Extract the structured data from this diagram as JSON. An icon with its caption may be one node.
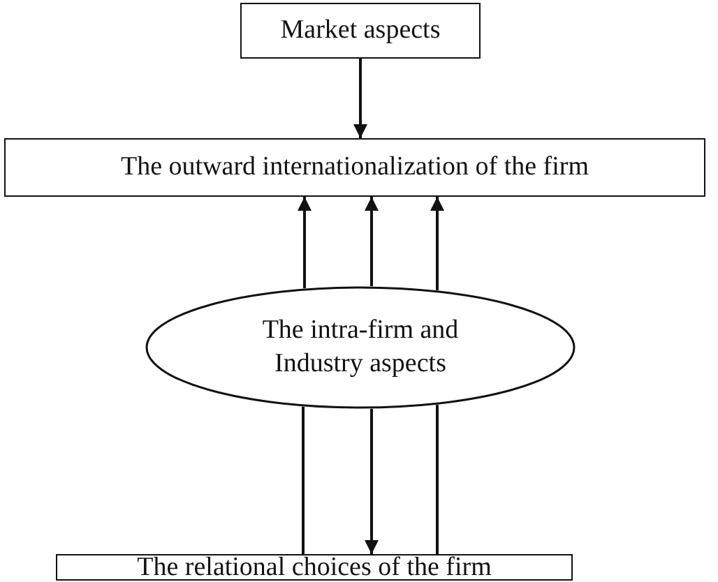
{
  "diagram": {
    "nodes": [
      {
        "text": [
          "Market aspects"
        ]
      },
      {
        "text": [
          "The outward internationalization of the firm"
        ]
      },
      {
        "text": [
          "The intra-firm and Industry aspects"
        ]
      },
      {
        "text": [
          "The relational choices of the firm"
        ]
      }
    ],
    "edges": [
      {
        "from": 0,
        "to": 1,
        "arrow": "to"
      },
      {
        "from": 2,
        "to": 1,
        "arrow": "to"
      },
      {
        "from": 2,
        "to": 1,
        "arrow": "to"
      },
      {
        "from": 2,
        "to": 1,
        "arrow": "to"
      },
      {
        "from": 2,
        "to": 3,
        "arrow": "none"
      },
      {
        "from": 2,
        "to": 3,
        "arrow": "to"
      },
      {
        "from": 2,
        "to": 3,
        "arrow": "none"
      }
    ]
  }
}
